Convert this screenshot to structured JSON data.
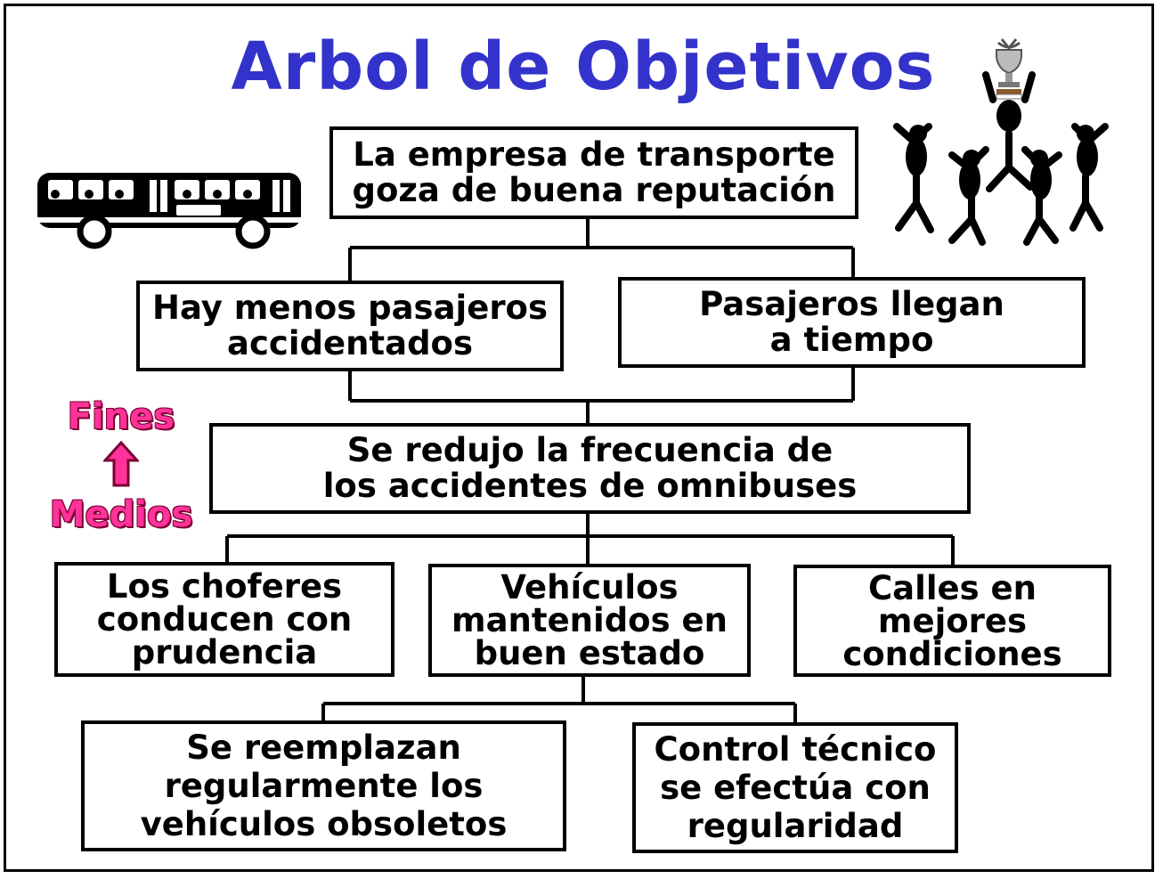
{
  "title": "Arbol de Objetivos",
  "means_ends": {
    "top": "Fines",
    "bottom": "Medios"
  },
  "boxes": {
    "goal": "La empresa de transporte\ngoza de buena reputación",
    "fewer_injured": "Hay menos pasajeros\naccidentados",
    "on_time": "Pasajeros llegan\na tiempo",
    "fewer_accidents": "Se redujo la frecuencia de\nlos accidentes de omnibuses",
    "prudent_drivers": "Los choferes\nconducen con\nprudencia",
    "maintained_vehicles": "Vehículos\nmantenidos en\nbuen estado",
    "better_streets": "Calles en\nmejores\ncondiciones",
    "replaced_vehicles": "Se reemplazan\nregularmente los\nvehículos obsoletos",
    "technical_control": "Control técnico\nse efectúa con\nregularidad"
  },
  "colors": {
    "title": "#3333cc",
    "means_ends": "#ff3399"
  },
  "icons": [
    "bus-icon",
    "celebrating-people-icon",
    "trophy-icon",
    "up-arrow-icon"
  ]
}
